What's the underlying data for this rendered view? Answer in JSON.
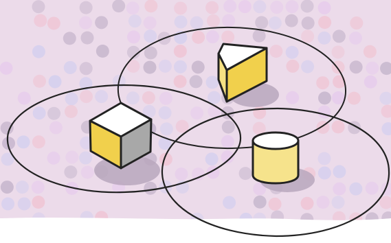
{
  "illustration": {
    "background_color": "#ecdbea",
    "dot_colors": [
      "#d6d0ee",
      "#efc7d6",
      "#c9b9cf",
      "#e7cdec"
    ],
    "outline_color": "#222222",
    "shadow_color": "#b8a7bd",
    "shapes": [
      {
        "name": "cube",
        "colors": {
          "top": "#ffffff",
          "front": "#f1d04c",
          "side": "#a8a8a8"
        }
      },
      {
        "name": "prism",
        "colors": {
          "top": "#ffffff",
          "front": "#f1d04c",
          "side": "#f6e183"
        }
      },
      {
        "name": "cylinder",
        "colors": {
          "top": "#ffffff",
          "body": "#f6e38c"
        }
      }
    ]
  }
}
